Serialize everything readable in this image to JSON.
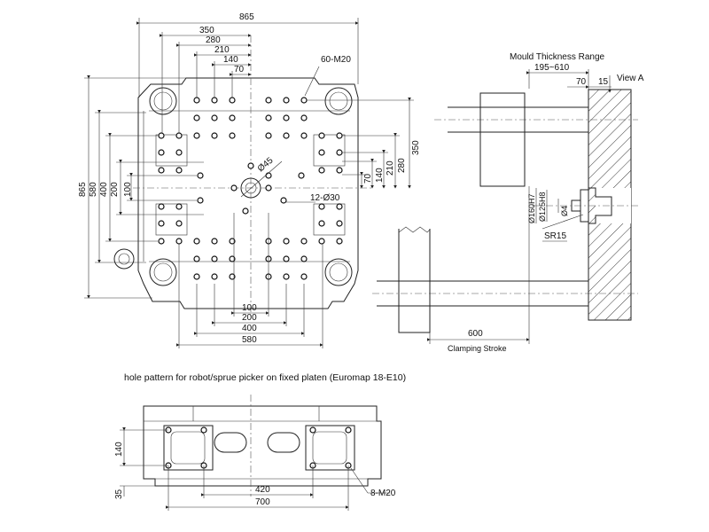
{
  "platen": {
    "dims_top": [
      "865",
      "350",
      "280",
      "210",
      "140",
      "70"
    ],
    "dims_left": [
      "865",
      "580",
      "400",
      "200",
      "100"
    ],
    "dims_right": [
      "350",
      "280",
      "210",
      "140",
      "70"
    ],
    "dims_bottom": [
      "100",
      "200",
      "400",
      "580"
    ],
    "label_m20": "60-M20",
    "label_phi45": "Ø45",
    "label_holes": "12-Ø30"
  },
  "section": {
    "mould_range_title": "Mould Thickness Range",
    "mould_range_value": "195~610",
    "dim_70": "70",
    "dim_15": "15",
    "view_a": "View A",
    "phi160": "Ø160H7",
    "phi125": "Ø125H8",
    "phi4": "Ø4",
    "sr15": "SR15",
    "stroke_value": "600",
    "stroke_label": "Clamping Stroke"
  },
  "robot": {
    "caption": "hole pattern for robot/sprue picker on fixed platen (Euromap 18-E10)",
    "dim_140": "140",
    "dim_35": "35",
    "dim_420": "420",
    "dim_700": "700",
    "label_m20": "8-M20"
  }
}
